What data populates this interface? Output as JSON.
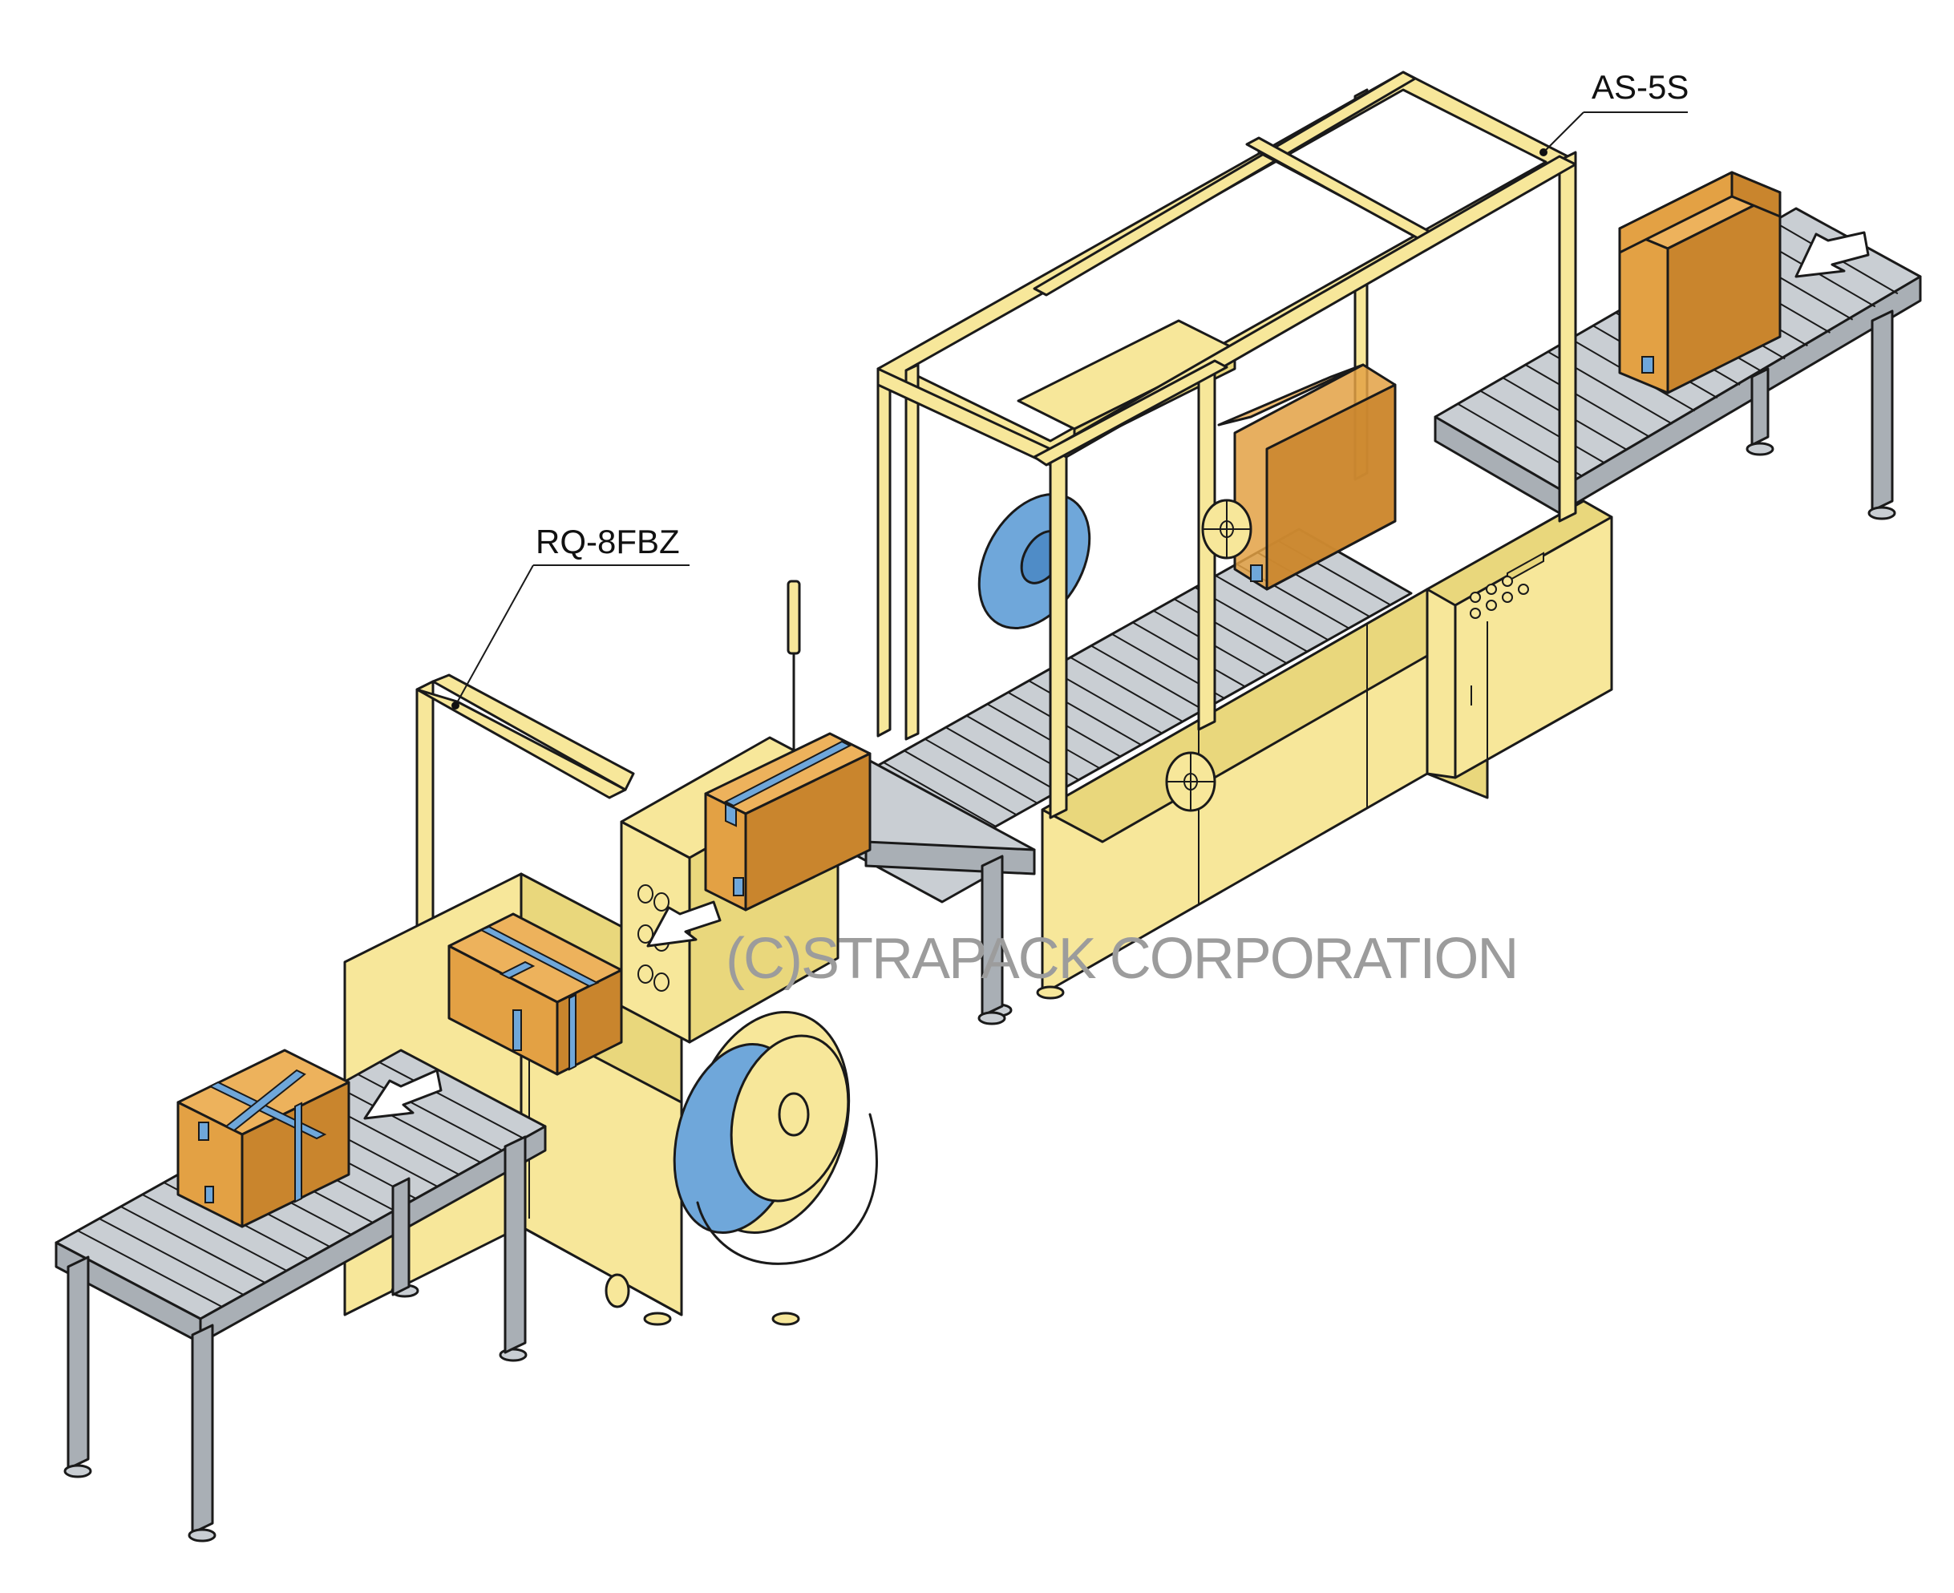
{
  "labels": {
    "machine_left": "RQ-8FBZ",
    "machine_right": "AS-5S"
  },
  "watermark": "(C)STRAPACK CORPORATION",
  "colors": {
    "frame": "#F7E79A",
    "frame_dark": "#E9D77C",
    "conveyor": "#C9CED3",
    "conveyor_dark": "#A9AFB5",
    "box": "#E3A144",
    "box_dark": "#C9852D",
    "box_light": "#EDB25C",
    "strap": "#6FA7DA",
    "watermark": "#9c9c9c",
    "outline": "#1a1a1a",
    "arrow": "#ffffff"
  },
  "icons": {
    "flow_arrow": "flow-arrow-icon",
    "handwheel": "handwheel-icon",
    "signal_tower": "signal-tower-icon",
    "strap_reel": "strap-reel-icon"
  }
}
